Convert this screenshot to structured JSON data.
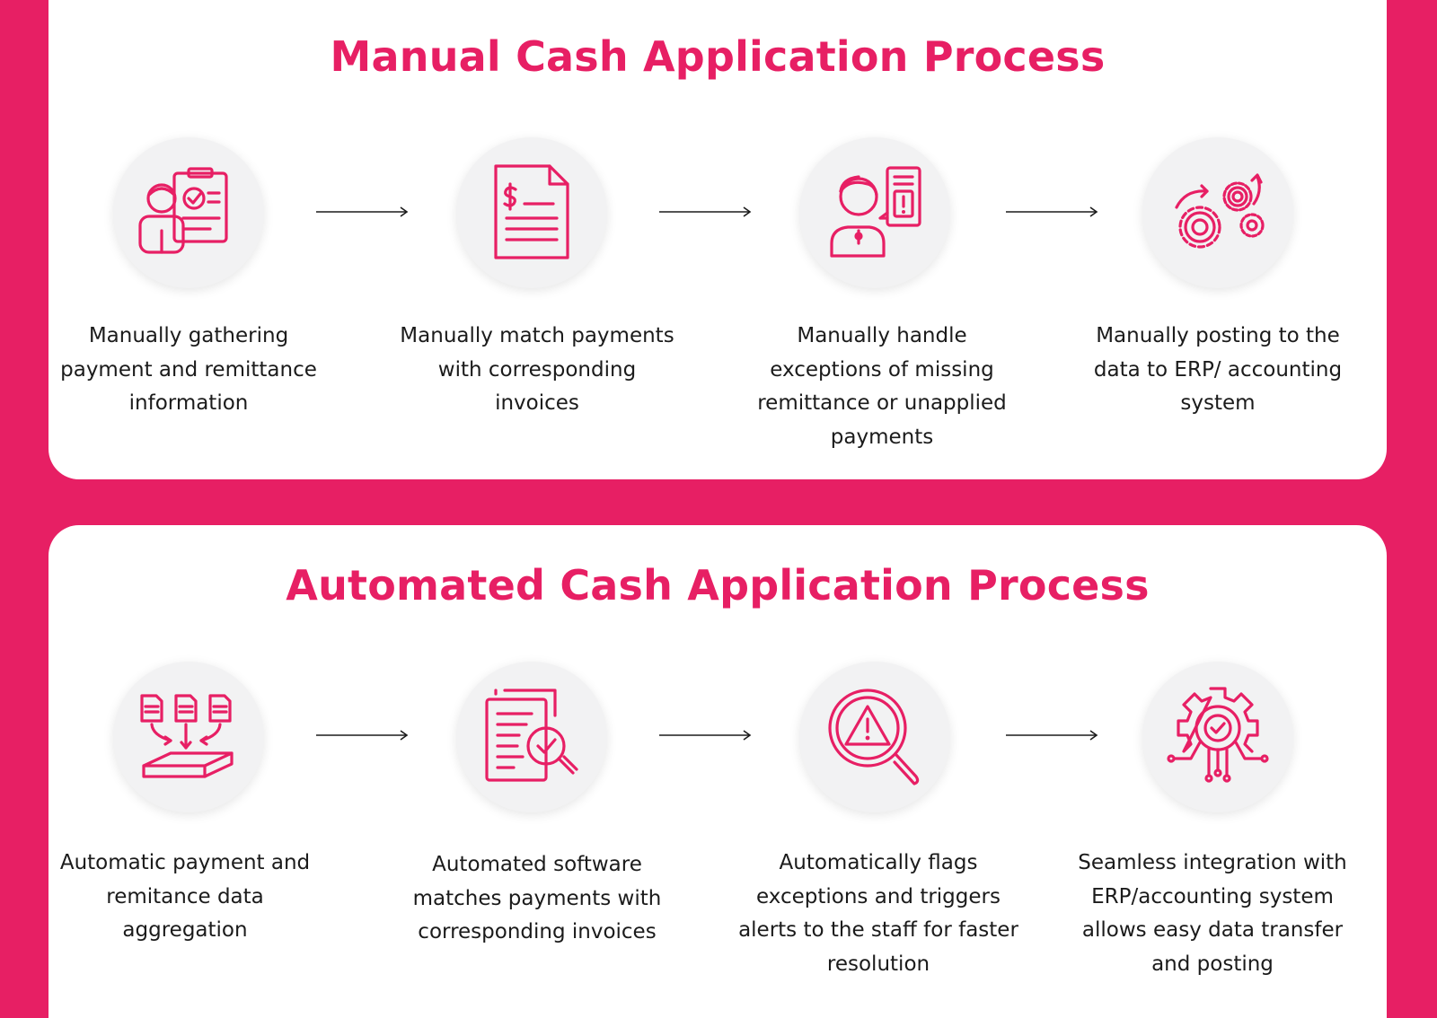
{
  "manual": {
    "title": "Manual Cash Application Process",
    "steps": [
      {
        "icon": "person-checklist-icon",
        "text": "Manually gathering payment and remittance information"
      },
      {
        "icon": "invoice-document-icon",
        "text": "Manually match payments with corresponding invoices"
      },
      {
        "icon": "person-alert-icon",
        "text": "Manually handle exceptions of missing remittance or unapplied payments"
      },
      {
        "icon": "gears-icon",
        "text": "Manually posting to the data to ERP/ accounting system"
      }
    ]
  },
  "automated": {
    "title": "Automated Cash Application Process",
    "steps": [
      {
        "icon": "data-aggregation-icon",
        "text": "Automatic payment and remitance data aggregation"
      },
      {
        "icon": "document-search-check-icon",
        "text": "Automated software matches payments with corresponding invoices"
      },
      {
        "icon": "magnifier-warning-icon",
        "text": "Automatically flags exceptions and triggers alerts to the staff for faster resolution"
      },
      {
        "icon": "gear-circuit-check-icon",
        "text": "Seamless integration with ERP/accounting system allows easy data transfer and posting"
      }
    ]
  },
  "colors": {
    "accent": "#e71f64",
    "panel": "#ffffff",
    "circle": "#f2f2f3",
    "text": "#1b1b1b"
  }
}
